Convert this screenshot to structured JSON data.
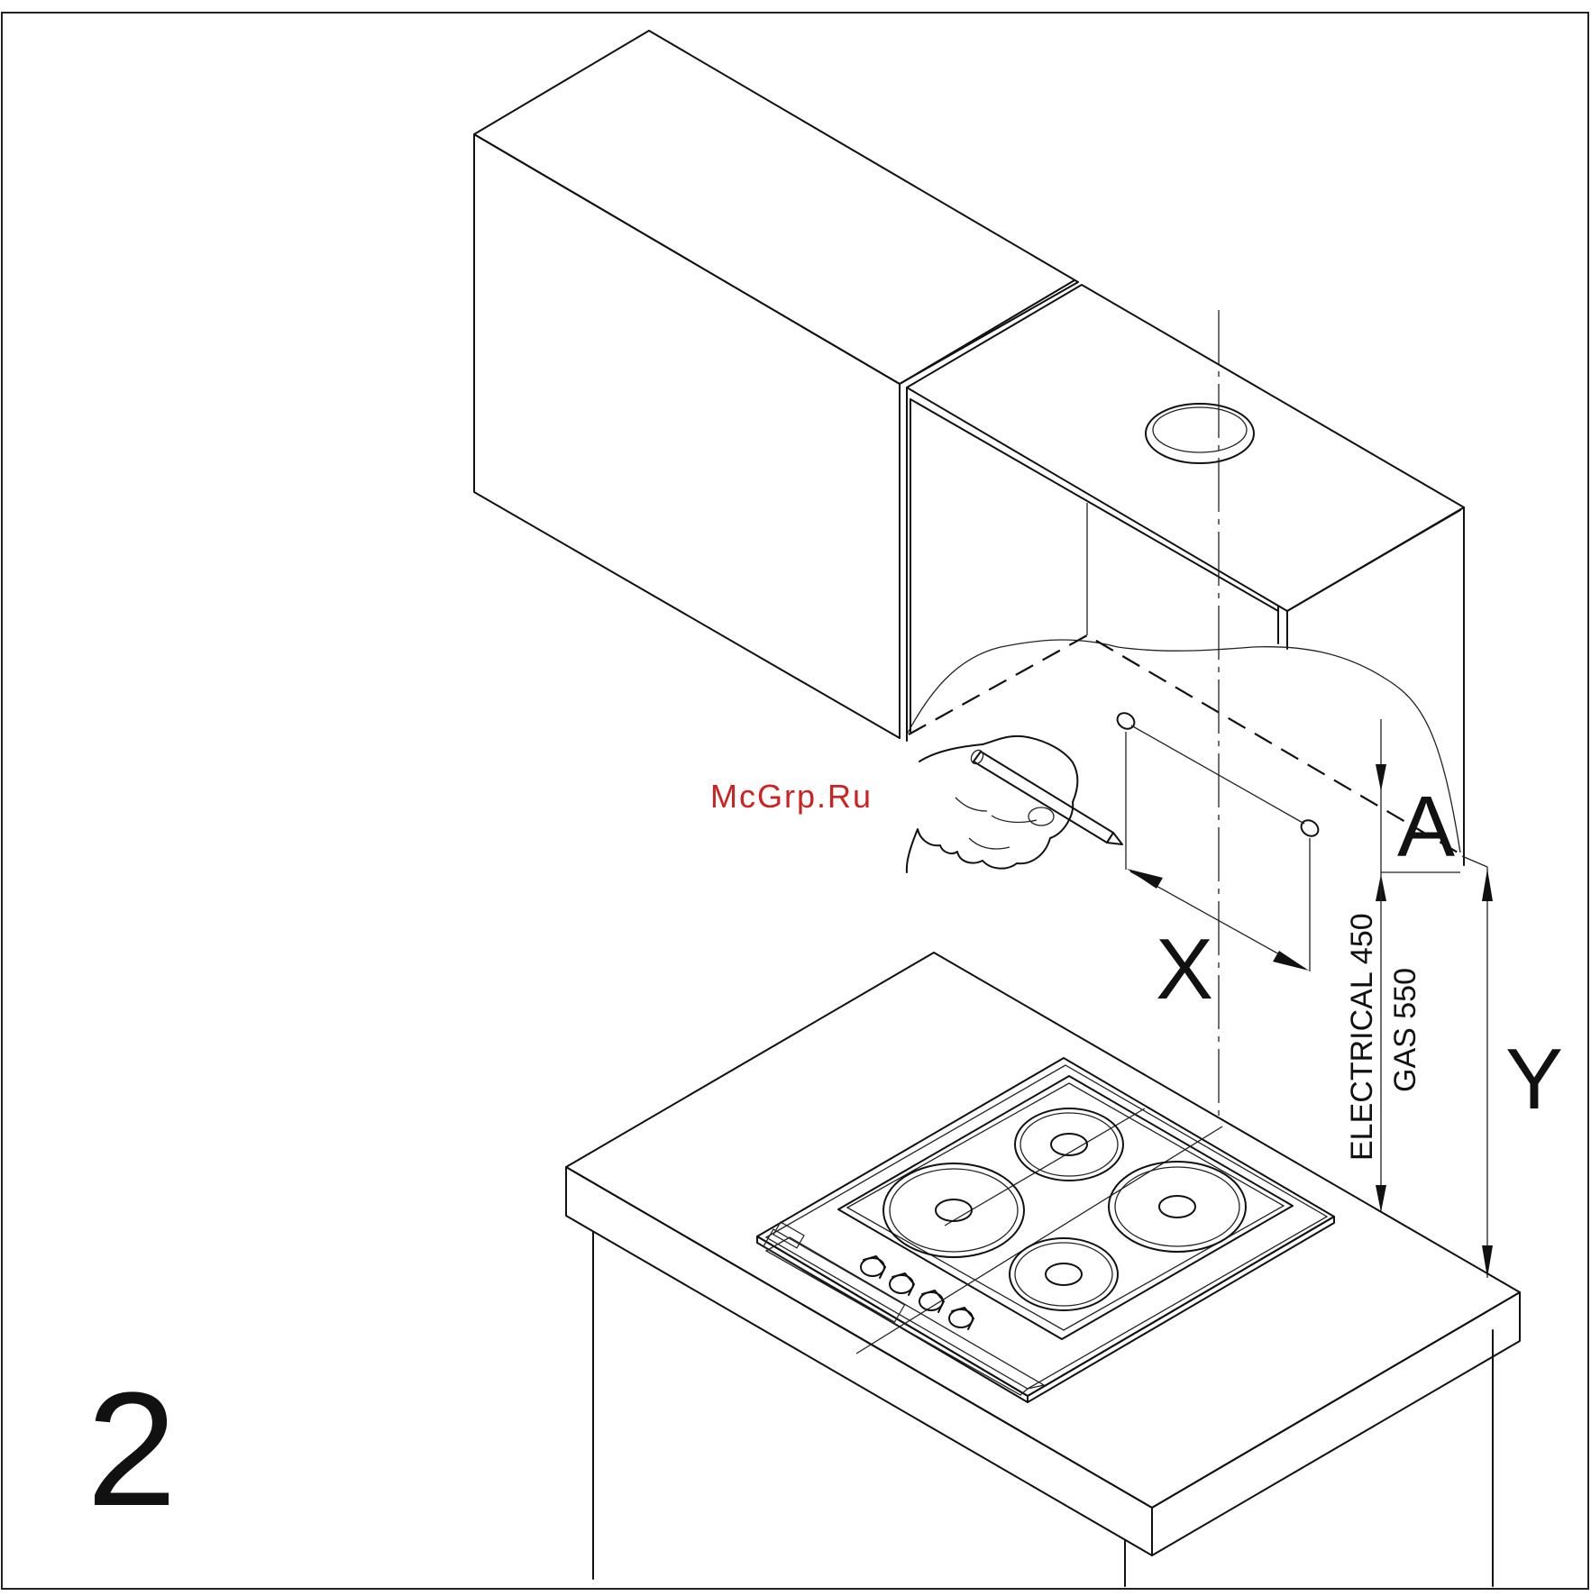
{
  "figure": {
    "step_number": "2",
    "watermark": "McGrp.Ru",
    "label_x": "X",
    "label_a": "A",
    "label_y": "Y",
    "dim_electrical": "ELECTRICAL 450",
    "dim_gas": "GAS 550"
  },
  "colors": {
    "line": "#111111",
    "watermark": "#cc2222",
    "background": "#ffffff"
  }
}
